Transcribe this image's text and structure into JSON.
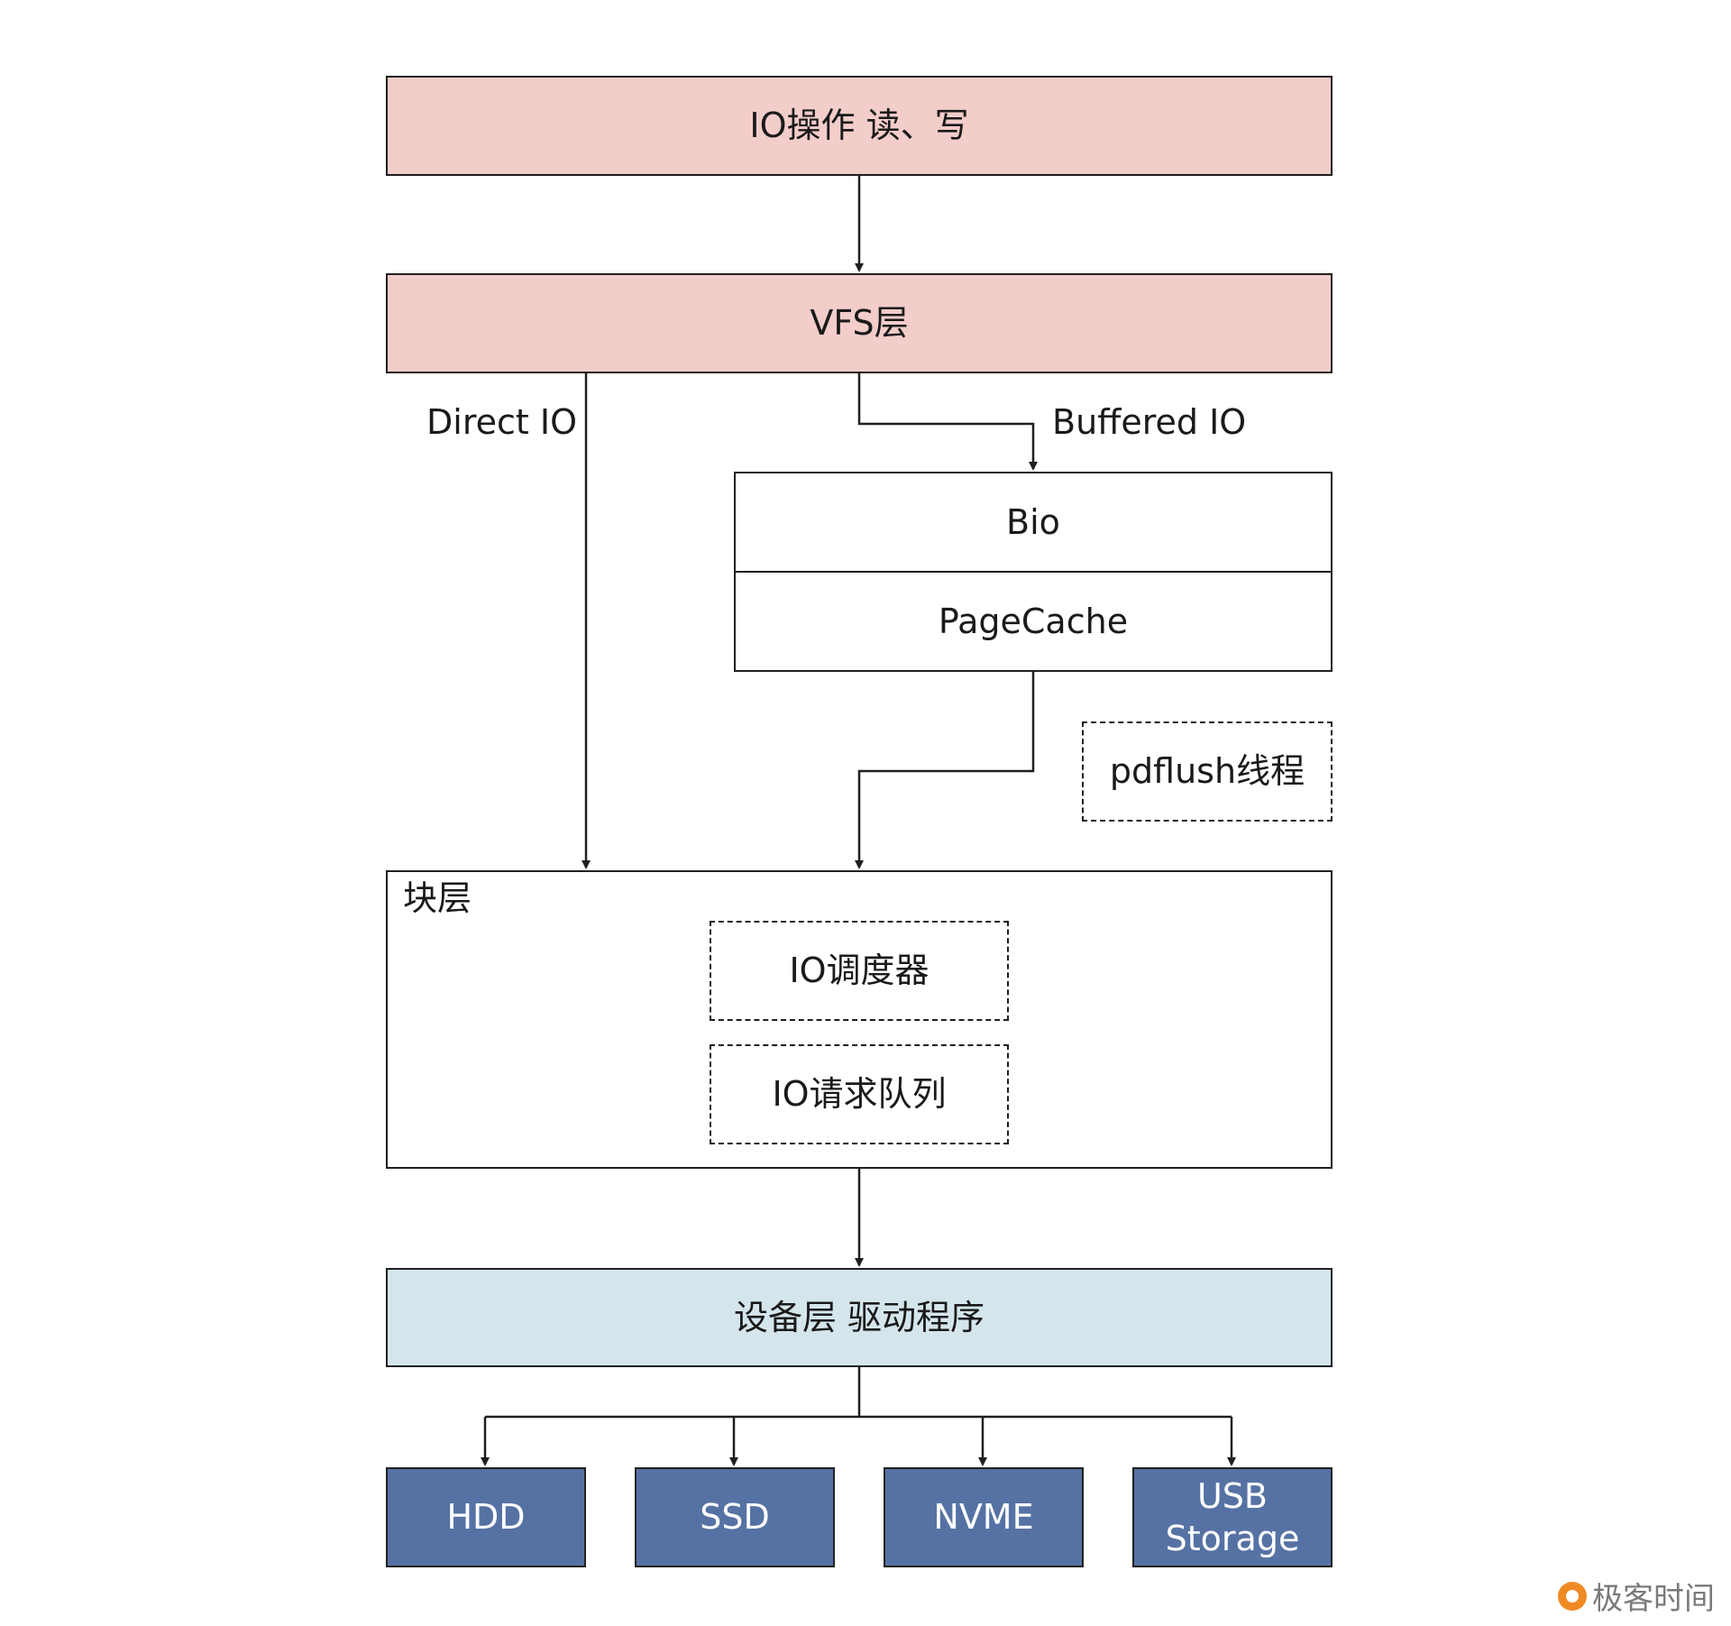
{
  "nodes": {
    "io_op": "IO操作 读、写",
    "vfs": "VFS层",
    "bio": "Bio",
    "pagecache": "PageCache",
    "pdflush": "pdflush线程",
    "block_layer": "块层",
    "io_scheduler": "IO调度器",
    "io_request_queue": "IO请求队列",
    "device_layer": "设备层 驱动程序",
    "hdd": "HDD",
    "ssd": "SSD",
    "nvme": "NVME",
    "usb_storage": "USB Storage"
  },
  "edge_labels": {
    "direct_io": "Direct IO",
    "buffered_io": "Buffered IO"
  },
  "watermark": "极客时间",
  "colors": {
    "top_layers": "#f3cdca",
    "device_layer": "#d4e6ec",
    "devices": "#5672a4",
    "watermark_accent": "#f08a24"
  }
}
